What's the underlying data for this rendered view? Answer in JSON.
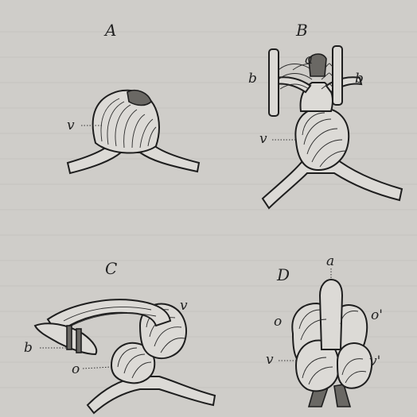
{
  "figure": {
    "panels": [
      {
        "id": "A",
        "title": "A",
        "labels": {
          "v": "v"
        }
      },
      {
        "id": "B",
        "title": "B",
        "labels": {
          "a": "a",
          "b_left": "b",
          "b_right": "b",
          "v": "v"
        }
      },
      {
        "id": "C",
        "title": "C",
        "labels": {
          "b": "b",
          "v": "v",
          "o": "o"
        }
      },
      {
        "id": "D",
        "title": "D",
        "labels": {
          "a": "a",
          "o": "o",
          "o_prime": "o'",
          "v": "v",
          "v_prime": "v'"
        }
      }
    ]
  },
  "colors": {
    "paper": "#cfcdc9",
    "ink": "#1e1e1e",
    "shade": "#6a6864"
  }
}
